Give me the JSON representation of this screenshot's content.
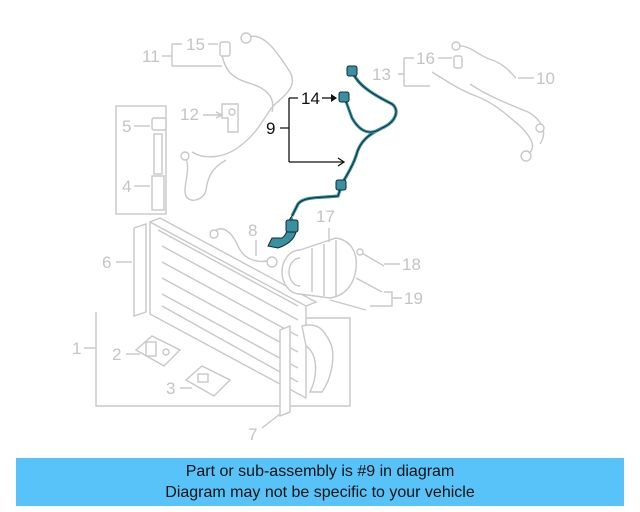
{
  "colors": {
    "highlight_part": "#3a8fa0",
    "faded_part": "#c8c8c8",
    "banner_bg": "#58c3f8"
  },
  "callouts": {
    "c1": "1",
    "c2": "2",
    "c3": "3",
    "c4": "4",
    "c5": "5",
    "c6": "6",
    "c7": "7",
    "c8": "8",
    "c9": "9",
    "c10": "10",
    "c11": "11",
    "c12": "12",
    "c13": "13",
    "c14": "14",
    "c15": "15",
    "c16": "16",
    "c17": "17",
    "c18": "18",
    "c19": "19"
  },
  "banner": {
    "line1": "Part or sub-assembly is #9 in diagram",
    "line2": "Diagram may not be specific to your vehicle"
  }
}
